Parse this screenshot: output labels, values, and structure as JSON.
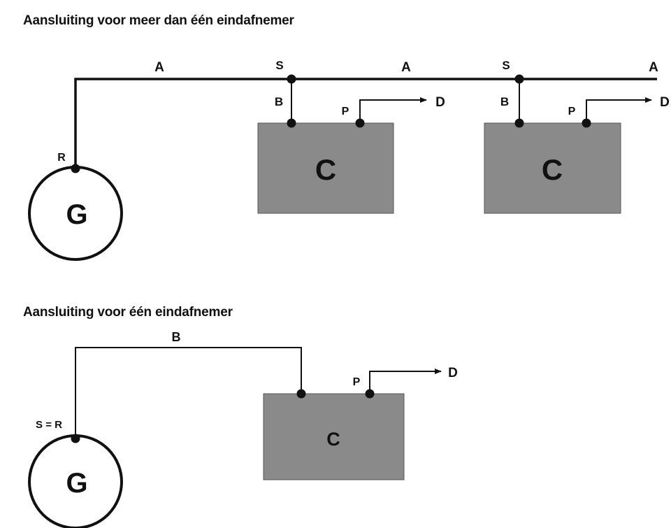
{
  "diagram1": {
    "title": "Aansluiting voor meer dan één eindafnemer",
    "labels": {
      "a1": "A",
      "a2": "A",
      "a3": "A",
      "s1": "S",
      "s2": "S",
      "b1": "B",
      "b2": "B",
      "p1": "P",
      "p2": "P",
      "d1": "D",
      "d2": "D",
      "r": "R",
      "g": "G",
      "c1": "C",
      "c2": "C"
    }
  },
  "diagram2": {
    "title": "Aansluiting voor één eindafnemer",
    "labels": {
      "b": "B",
      "p": "P",
      "d": "D",
      "sr": "S = R",
      "g": "G",
      "c": "C"
    }
  },
  "colors": {
    "line": "#111111",
    "box_fill": "#8a8a8a",
    "background": "#ffffff"
  }
}
